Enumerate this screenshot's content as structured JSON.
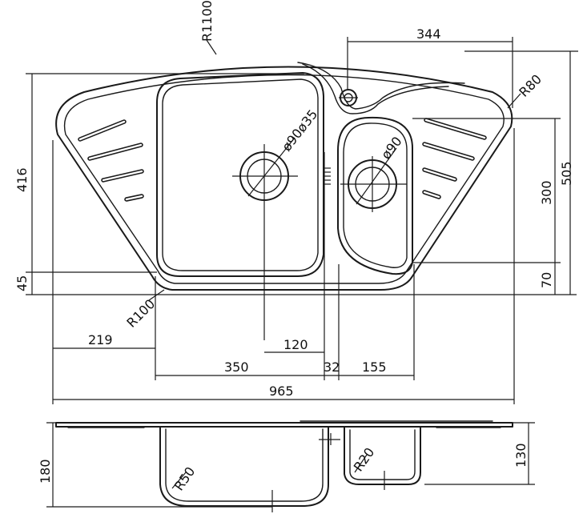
{
  "drawing": {
    "dimensions": {
      "top_radius": "R1100",
      "top_width": "344",
      "corner_radius": "R80",
      "total_depth": "416",
      "right_depth": "505",
      "small_bowl_depth": "300",
      "bottom_offset_right": "70",
      "bottom_offset_left": "45",
      "bottom_radius": "R100",
      "left_drainer": "219",
      "main_drain_offset": "120",
      "main_bowl_width": "350",
      "divider_width": "32",
      "small_bowl_width": "155",
      "overall_width": "965",
      "main_drain_diameters": "ø90ø35",
      "small_drain_diameter": "ø90",
      "section_height": "180",
      "section_small_depth": "130",
      "section_radius_large": "R50",
      "section_radius_small": "R20"
    }
  }
}
